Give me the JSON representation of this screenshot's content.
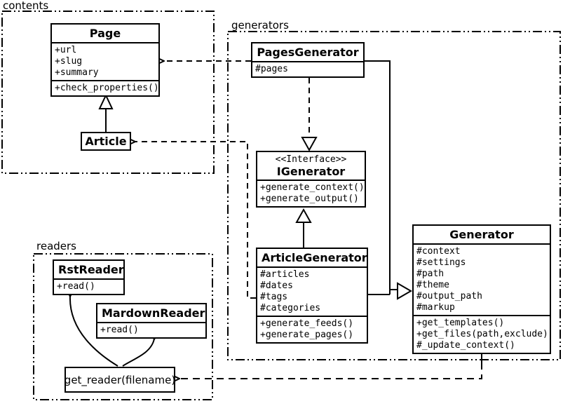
{
  "diagram": {
    "type": "uml-class-diagram",
    "colors": {
      "line": "#000000",
      "background": "#ffffff",
      "box_fill": "#ffffff",
      "text": "#000000"
    }
  },
  "packages": {
    "contents": {
      "label": "contents"
    },
    "generators": {
      "label": "generators"
    },
    "readers": {
      "label": "readers"
    }
  },
  "classes": {
    "page": {
      "name": "Page",
      "attributes": [
        "+url",
        "+slug",
        "+summary"
      ],
      "methods": [
        "+check_properties()"
      ]
    },
    "article": {
      "name": "Article"
    },
    "pages_generator": {
      "name": "PagesGenerator",
      "attributes": [
        "#pages"
      ]
    },
    "igenerator": {
      "stereotype": "<<Interface>>",
      "name": "IGenerator",
      "methods": [
        "+generate_context()",
        "+generate_output()"
      ]
    },
    "article_generator": {
      "name": "ArticleGenerator",
      "attributes": [
        "#articles",
        "#dates",
        "#tags",
        "#categories"
      ],
      "methods": [
        "+generate_feeds()",
        "+generate_pages()"
      ]
    },
    "generator": {
      "name": "Generator",
      "attributes": [
        "#context",
        "#settings",
        "#path",
        "#theme",
        "#output_path",
        "#markup"
      ],
      "methods": [
        "+get_templates()",
        "+get_files(path,exclude)",
        "#_update_context()"
      ]
    },
    "rst_reader": {
      "name": "RstReader",
      "methods": [
        "+read()"
      ]
    },
    "mardown_reader": {
      "name": "MardownReader",
      "methods": [
        "+read()"
      ]
    },
    "get_reader": {
      "label": "get_reader(filename)"
    }
  },
  "relationships": [
    {
      "from": "Article",
      "to": "Page",
      "type": "generalization"
    },
    {
      "from": "PagesGenerator",
      "to": "Page",
      "type": "dependency"
    },
    {
      "from": "ArticleGenerator",
      "to": "Article",
      "type": "dependency"
    },
    {
      "from": "PagesGenerator",
      "to": "IGenerator",
      "type": "realization"
    },
    {
      "from": "ArticleGenerator",
      "to": "IGenerator",
      "type": "generalization"
    },
    {
      "from": "PagesGenerator",
      "to": "Generator",
      "type": "generalization"
    },
    {
      "from": "ArticleGenerator",
      "to": "Generator",
      "type": "generalization"
    },
    {
      "from": "Generator",
      "to": "get_reader(filename)",
      "type": "dependency"
    },
    {
      "from": "get_reader(filename)",
      "to": "RstReader",
      "type": "call-arrow"
    },
    {
      "from": "get_reader(filename)",
      "to": "MardownReader",
      "type": "call-arrow"
    }
  ]
}
